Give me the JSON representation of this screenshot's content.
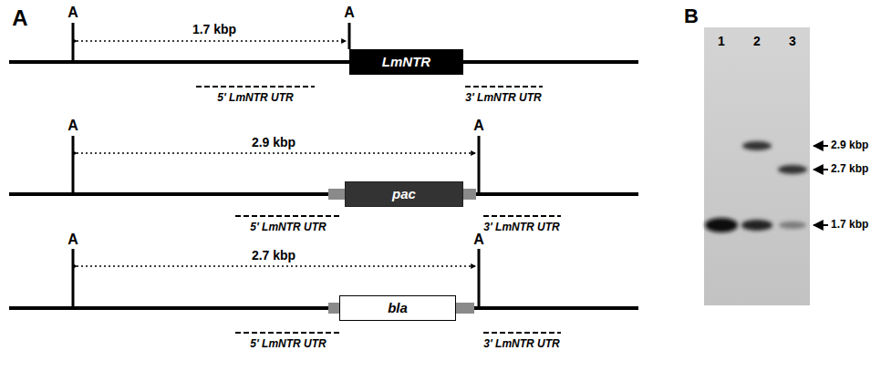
{
  "diagram": {
    "nodes": [
      {
        "text": [
          "LmNTR"
        ]
      },
      {
        "text": [
          "pac"
        ]
      },
      {
        "text": [
          "bla"
        ]
      }
    ],
    "labels": [
      "A",
      "A",
      "A",
      "1.7 kbp",
      "5' LmNTR UTR",
      "3' LmNTR UTR",
      "A",
      "A",
      "2.9 kbp",
      "5' LmNTR UTR",
      "3' LmNTR UTR",
      "A",
      "A",
      "2.7 kbp",
      "5' LmNTR UTR",
      "3' LmNTR UTR",
      "B",
      "1",
      "2",
      "3",
      "2.9 kbp",
      "2.7 kbp",
      "1.7 kbp"
    ]
  }
}
